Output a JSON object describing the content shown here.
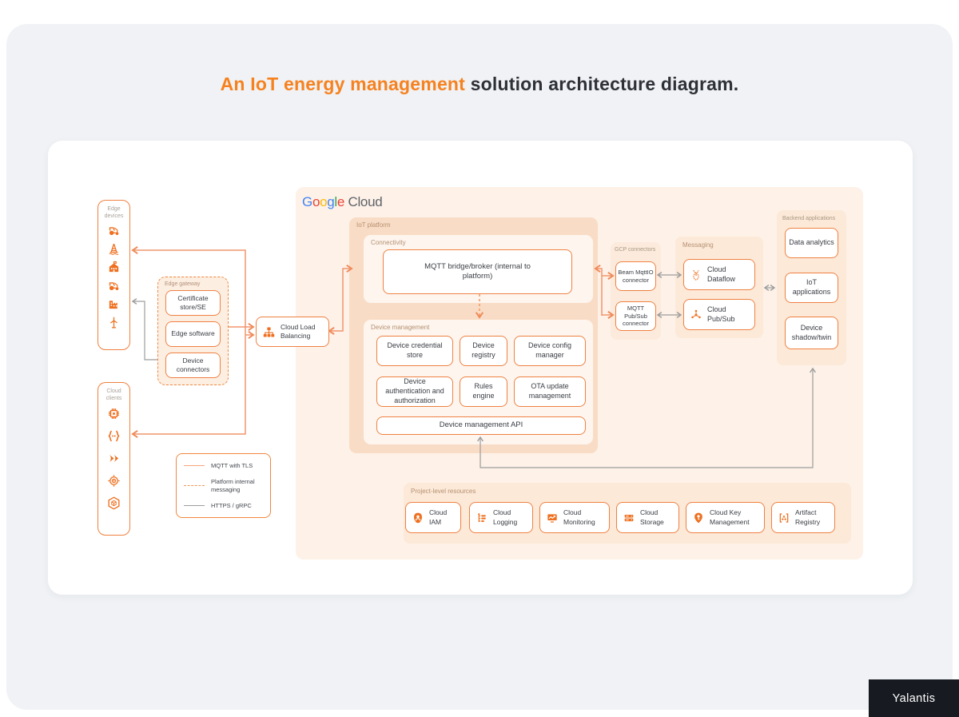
{
  "title": {
    "highlight": "An IoT energy management",
    "rest": " solution architecture diagram."
  },
  "colors": {
    "accent_orange": "#f6821f",
    "box_border": "#ef8142",
    "mqtt_line": "#f0966d",
    "platform_internal_line": "#f29a5e",
    "https_grpc_line": "#9d9d9d",
    "iot_platform_bg": "#f9dcc5",
    "google_cloud_bg": "#fdf1e8"
  },
  "google_cloud": {
    "letters": [
      {
        "ch": "G",
        "color": "#4285F4"
      },
      {
        "ch": "o",
        "color": "#EA4335"
      },
      {
        "ch": "o",
        "color": "#FBBC05"
      },
      {
        "ch": "g",
        "color": "#4285F4"
      },
      {
        "ch": "l",
        "color": "#34A853"
      },
      {
        "ch": "e",
        "color": "#EA4335"
      }
    ],
    "suffix": " Cloud"
  },
  "edge_devices": {
    "label": "Edge devices",
    "icons": [
      "tractor",
      "oil-rig",
      "school-building",
      "tractor",
      "factory",
      "wind-turbine"
    ]
  },
  "edge_gateway": {
    "label": "Edge gateway",
    "boxes": [
      "Certificate store/SE",
      "Edge software",
      "Device connectors"
    ]
  },
  "cloud_clients": {
    "label": "Cloud clients",
    "icons": [
      "chip",
      "code-braces",
      "fast-forward",
      "target",
      "package"
    ]
  },
  "load_balancer": {
    "label": "Cloud Load Balancing"
  },
  "legend": {
    "items": [
      {
        "label": "MQTT with TLS",
        "style": "solid-orange"
      },
      {
        "label": "Platform internal messaging",
        "style": "dashed-orange"
      },
      {
        "label": "HTTPS / gRPC",
        "style": "solid-gray"
      }
    ]
  },
  "iot_platform": {
    "label": "IoT platform",
    "connectivity": {
      "label": "Connectivity",
      "broker": "MQTT bridge/broker (internal to platform)"
    },
    "device_management": {
      "label": "Device management",
      "boxes": [
        "Device credential store",
        "Device registry",
        "Device config manager",
        "Device authentication and authorization",
        "Rules engine",
        "OTA update management"
      ],
      "api": "Device management API"
    }
  },
  "gcp_connectors": {
    "label": "GCP connectors",
    "boxes": [
      "Beam MqttIO connector",
      "MQTT Pub/Sub connector"
    ]
  },
  "messaging": {
    "label": "Messaging",
    "boxes": [
      "Cloud Dataflow",
      "Cloud Pub/Sub"
    ]
  },
  "backend_applications": {
    "label": "Backend applications",
    "boxes": [
      "Data analytics",
      "IoT applications",
      "Device shadow/twin"
    ]
  },
  "project_resources": {
    "label": "Project-level resources",
    "boxes": [
      "Cloud IAM",
      "Cloud Logging",
      "Cloud Monitoring",
      "Cloud Storage",
      "Cloud Key Management",
      "Artifact Registry"
    ]
  },
  "branding": {
    "logo_text": "Yalantis"
  }
}
